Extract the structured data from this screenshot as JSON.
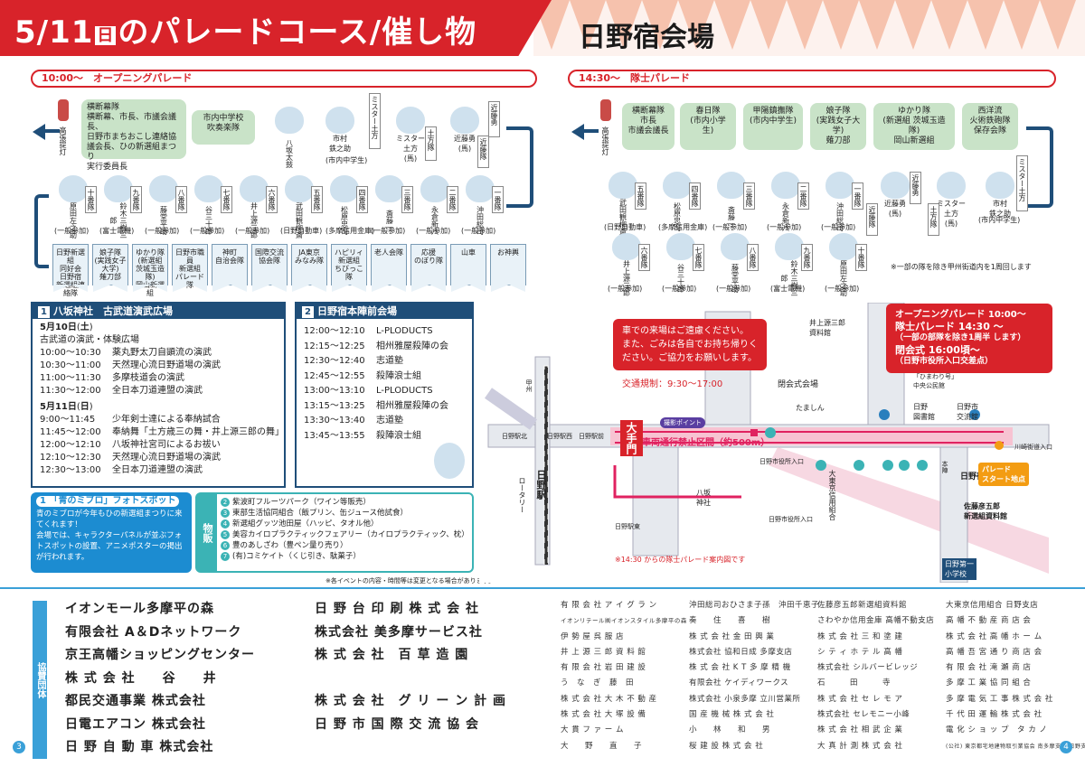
{
  "header": {
    "title_pre": "5/11",
    "title_day": "日",
    "title_post": "のパレードコース/催し物",
    "venue": "日野宿会場"
  },
  "left_parade": {
    "time": "10:00～",
    "name": "オープニングパレード",
    "lantern": "高張提灯",
    "bubble1": "横断幕隊\n横断幕、市長、市議会議長、\n日野市まちおこし連絡協\n議会長、ひの新選組まつり\n実行委員長",
    "bubble2": "市内中学校\n吹奏楽隊",
    "p1": "八坂太鼓",
    "p2": "市村\n鉄之助",
    "p2c": "(市内中学生)",
    "p3tag": "ミスター土方",
    "p4": "ミスター\n土方\n(馬)",
    "p4tag": "土方隊",
    "p5": "近藤勇\n(馬)",
    "p5tag": "近藤勇",
    "p5tag2": "近藤隊",
    "row2": [
      [
        "原田左之助",
        "十番隊",
        "(一般参加)"
      ],
      [
        "鈴木三樹三郎",
        "九番隊",
        "(富士電機)"
      ],
      [
        "藤堂平助",
        "八番隊",
        "(一般参加)"
      ],
      [
        "谷三十郎",
        "七番隊",
        "(一般参加)"
      ],
      [
        "井上源三郎",
        "六番隊",
        "(一般参加)"
      ],
      [
        "武田観柳斎",
        "五番隊",
        "(日野自動車)"
      ],
      [
        "松原忠司",
        "四番隊",
        "(多摩信用金庫)"
      ],
      [
        "斎藤一",
        "三番隊",
        "(一般参加)"
      ],
      [
        "永倉新八",
        "二番隊",
        "(一般参加)"
      ],
      [
        "沖田総司",
        "一番隊",
        "(一般参加)"
      ]
    ],
    "flags": [
      "日野新選組\n同好会\n日野宿\n新選組連\n絡隊",
      "娘子隊\n(実践女子\n大学)\n薙刀部",
      "ゆかり隊\n(新選組\n茨城玉造隊)\n岡山新選組",
      "日野市職員\n新選組\nパレード隊",
      "神町\n自治会隊",
      "国際交流\n協会隊",
      "JA東京\nみなみ隊",
      "ハピリィ\n新選組\nちびっこ隊",
      "老人会隊",
      "応援\nのぼり隊",
      "山車",
      "お神輿"
    ]
  },
  "right_parade": {
    "time": "14:30～",
    "name": "隊士パレード",
    "lantern": "高張提灯",
    "bubbles": [
      "横断幕隊\n市長\n市議会議長",
      "春日隊\n(市内小学生)",
      "甲陽鎮撫隊\n(市内中学生)",
      "娘子隊\n(実践女子大学)\n薙刀部",
      "ゆかり隊\n(新選組 茨城玉造隊)\n岡山新選組",
      "西洋流\n火術鉄砲隊\n保存会隊"
    ],
    "row1": [
      [
        "武田観柳斎",
        "五番隊",
        "(日野自動車)"
      ],
      [
        "松原忠司",
        "四番隊",
        "(多摩信用金庫)"
      ],
      [
        "斎藤一",
        "三番隊",
        "(一般参加)"
      ],
      [
        "永倉新八",
        "二番隊",
        "(一般参加)"
      ],
      [
        "沖田総司",
        "一番隊",
        "(一般参加)"
      ]
    ],
    "r1a": "近藤勇\n(馬)",
    "r1atag": "近藤隊",
    "r1atag2": "近藤勇",
    "r1b": "ミスター\n土方\n(馬)",
    "r1btag": "土方隊",
    "r1c": "市村\n鉄之助",
    "r1cc": "(市内中学生)",
    "r1ctag": "ミスター土方",
    "row2": [
      [
        "井上源三郎",
        "六番隊",
        "(一般参加)"
      ],
      [
        "谷三十郎",
        "七番隊",
        "(一般参加)"
      ],
      [
        "藤堂平助",
        "八番隊",
        "(一般参加)"
      ],
      [
        "鈴木三樹三郎",
        "九番隊",
        "(富士電機)"
      ],
      [
        "原田左之助",
        "十番隊",
        "(一般参加)"
      ]
    ],
    "note": "※一部の隊を除き甲州街道内を1周回します"
  },
  "box1": {
    "num": "1",
    "title": "八坂神社　古武道演武広場",
    "date1": "5月10日",
    "dow1": "土",
    "sub1": "古武道の演武・体験広場",
    "rows1": [
      [
        "10:00～10:30",
        "薬丸野太刀自顕流の演武"
      ],
      [
        "10:30～11:00",
        "天然理心流日野道場の演武"
      ],
      [
        "11:00～11:30",
        "多摩枝道会の演武"
      ],
      [
        "11:30～12:00",
        "全日本刀道連盟の演武"
      ]
    ],
    "date2": "5月11日",
    "dow2": "日",
    "rows2": [
      [
        "9:00～11:45",
        "少年剣士達による奉納試合"
      ],
      [
        "11:45～12:00",
        "奉納舞「土方歳三の舞・井上源三郎の舞」"
      ],
      [
        "12:00～12:10",
        "八坂神社宮司によるお祓い"
      ],
      [
        "12:10～12:30",
        "天然理心流日野道場の演武"
      ],
      [
        "12:30～13:00",
        "全日本刀道連盟の演武"
      ]
    ]
  },
  "box2": {
    "num": "2",
    "title": "日野宿本陣前会場",
    "rows": [
      [
        "12:00～12:10",
        "L-PLODUCTS"
      ],
      [
        "12:15～12:25",
        "相州雅屋殺陣の会"
      ],
      [
        "12:30～12:40",
        "志道塾"
      ],
      [
        "12:45～12:55",
        "殺陣浪士組"
      ],
      [
        "13:00～13:10",
        "L-PLODUCTS"
      ],
      [
        "13:15～13:25",
        "相州雅屋殺陣の会"
      ],
      [
        "13:30～13:40",
        "志道塾"
      ],
      [
        "13:45～13:55",
        "殺陣浪士組"
      ]
    ]
  },
  "photo_spot": {
    "num": "1",
    "title": "「青のミブロ」フォトスポット",
    "body": "青のミブロが今年もひの新選組まつりに来てくれます！\n会場では、キャラクターパネルが並ぶフォトスポットの設置、アニメポスターの掲出が行われます。"
  },
  "vendors": {
    "label": "物販",
    "items": [
      [
        "2",
        "紫波町フルーツパーク（ワイン等販売）"
      ],
      [
        "3",
        "東部生活協同組合（飯プリン、缶ジュース他試食）"
      ],
      [
        "4",
        "新選組グッツ池田屋（ハッピ、タオル他）"
      ],
      [
        "5",
        "美容カイロプラクティックフェアリー（カイロプラクティック、枕）"
      ],
      [
        "6",
        "豊のあしざわ（豊ペン量り売り）"
      ],
      [
        "7",
        "(有)コミケイト（くじ引き、駄菓子）"
      ]
    ],
    "note": "※各イベントの内容・時間等は変更となる場合があります。"
  },
  "map": {
    "callout1": "車での来場はご遠慮ください。\nまた、ごみは各自でお持ち帰りく\nださい。ご協力をお願いします。",
    "traffic": "交通規制：9:30～17:00",
    "callout2_l1": "オープニングパレード 10:00～",
    "callout2_l2": "隊士パレード 14:30 ～",
    "callout2_l3": "（一部の部隊を除き1周半 します）",
    "callout2_l4": "閉会式 16:00頃～",
    "callout2_l5": "（日野市役所入口交差点）",
    "otemon": "大手門",
    "photo_point": "撮影ポイント",
    "closed": "車両通行禁止区間（約500m）",
    "closing": "閉会式会場",
    "tamashin": "たましん",
    "kuraku": "井上源三郎\n資料館",
    "hinata": "「ひまわり号」\n中央公民館",
    "tosho": "日野\n図書館",
    "koryu": "日野市\n交流館",
    "honjin": "日野宿本陣",
    "sato": "佐藤彦五郎\n新選組資料館",
    "station": "日野駅",
    "rotary": "ロータリー",
    "hachiman": "八坂\n神社",
    "daitokyo": "大東京信用組合",
    "parade_start": "パレード\nスタート地点",
    "hino1": "日野第一\n小学校",
    "kawasaki": "川崎街道入口",
    "shiyakusho": "日野市役所入口",
    "note": "※14:30 からの隊士パレード案内図です",
    "sig_eki": "日野駅北",
    "sig_west": "日野駅西",
    "sig_kita": "日野駅前",
    "sig_ekimae": "日野駅東",
    "kosei": "甲州",
    "honjin_n": "本陣",
    "nishi": "日野市役所入口"
  },
  "sponsors": {
    "label": "協賛団体",
    "big1": [
      "イオンモール多摩平の森",
      "有限会社 A＆Dネットワーク",
      "京王高幡ショッピングセンター",
      "株 式 会 社　　谷　　井",
      "都民交通事業 株式会社",
      "日電エアコン 株式会社",
      "日 野 自 動 車 株式会社"
    ],
    "big2": [
      "日 野 台 印 刷 株 式 会 社",
      "株式会社 美多摩サービス社",
      "株 式 会 社　百 草 造 園",
      "",
      "株 式 会 社　グ リ ー ン 計 画",
      "日 野 市 国 際 交 流 協 会"
    ],
    "s1": [
      "有 限 会 社 ア イ グ ラ ン",
      "イオンリテール㈱イオンスタイル多摩平の森",
      "伊 勢 屋 呉 服 店",
      "井 上 源 三 郎 資 料 館",
      "有 限 会 社 岩 田 建 設",
      "う　な　ぎ　藤　田",
      "株 式 会 社 大 木 不 動 産",
      "株 式 会 社 大 塚 設 備",
      "大 貫 フ ァ ー ム",
      "大　　野　　直　　子"
    ],
    "s2": [
      "沖田総司おひさま子孫　沖田千恵子",
      "奏　　住　　喜　　樹",
      "株 式 会 社 金 田 興 業",
      "株式会社 協和日成 多摩支店",
      "株 式 会 社 K T 多 摩 精 機",
      "有限会社 ケイディワークス",
      "株式会社 小泉多摩 立川営業所",
      "国 産 機 械 株 式 会 社",
      "小　　林　　和　　男",
      "桜 建 設 株 式 会 社"
    ],
    "s3": [
      "佐藤彦五郎新選組資料館",
      "さわやか信用金庫 高幡不動支店",
      "株 式 会 社 三 和 塗 建",
      "シ テ ィ ホ テ ル 高 幡",
      "株式会社 シルバービレッジ",
      "石　　　田　　　寺",
      "株 式 会 社 セ レ モ ア",
      "株式会社 セレモニー小峰",
      "株 式 会 社 相 武 企 業",
      "大 真 計 測 株 式 会 社"
    ],
    "s4": [
      "大東京信用組合 日野支店",
      "高 幡 不 動 産 商 店 会",
      "株 式 会 社 高 幡 ホ ー ム",
      "高 幡 吾 宮 通 り 商 店 会",
      "有 限 会 社 滝 瀬 商 店",
      "多 摩 工 業 協 同 組 合",
      "多 摩 電 気 工 事 株 式 会 社",
      "千 代 田 運 輸 株 式 会 社",
      "電 化 シ ョ ッ プ　タ カ ノ",
      "(公社) 東京都宅地建物取引業協会 南多摩支部 日野支部"
    ],
    "page_l": "3",
    "page_r": "4"
  }
}
